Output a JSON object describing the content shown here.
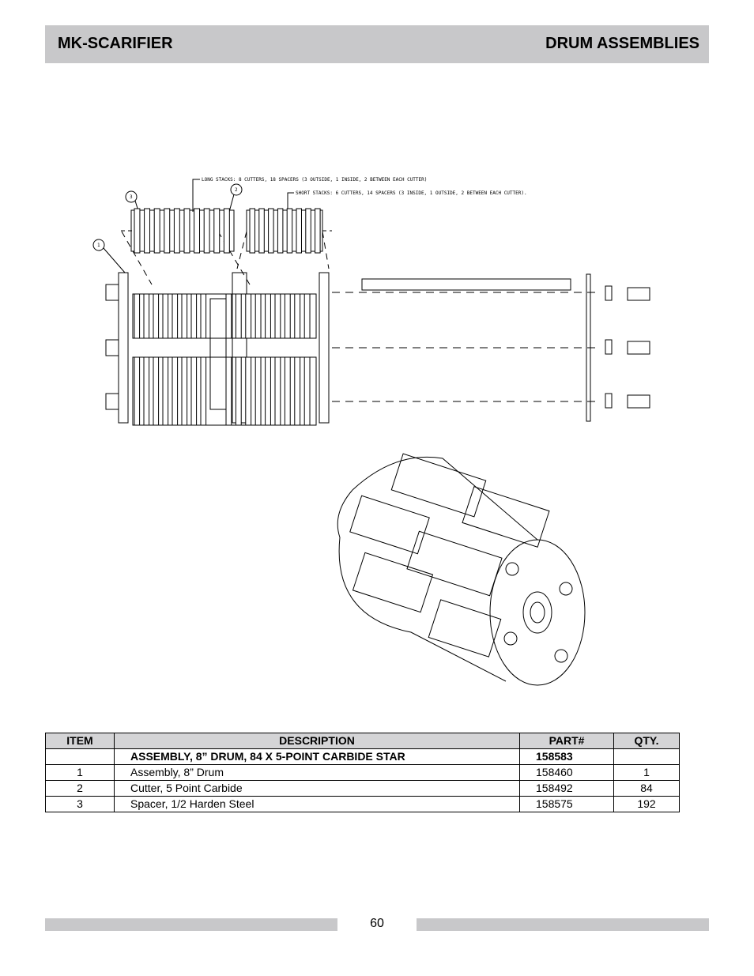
{
  "header": {
    "left_title": "MK-SCARIFIER",
    "right_title": "DRUM ASSEMBLIES"
  },
  "diagram": {
    "callout_long": "LONG STACKS: 8 CUTTERS, 18 SPACERS (3 OUTSIDE, 1 INSIDE, 2 BETWEEN EACH CUTTER)",
    "callout_short": "SHORT STACKS: 6 CUTTERS, 14 SPACERS (3 INSIDE, 1 OUTSIDE, 2 BETWEEN EACH CUTTER).",
    "balloon_1": "1",
    "balloon_2": "2",
    "balloon_3": "3"
  },
  "table": {
    "headers": [
      "ITEM",
      "DESCRIPTION",
      "PART#",
      "QTY."
    ],
    "assembly_row": {
      "item": "",
      "description": "ASSEMBLY, 8” DRUM, 84 X 5-POINT CARBIDE STAR",
      "part": "158583",
      "qty": ""
    },
    "rows": [
      {
        "item": "1",
        "description": "Assembly, 8” Drum",
        "part": "158460",
        "qty": "1"
      },
      {
        "item": "2",
        "description": "Cutter, 5 Point Carbide",
        "part": "158492",
        "qty": "84"
      },
      {
        "item": "3",
        "description": "Spacer, 1/2 Harden Steel",
        "part": "158575",
        "qty": "192"
      }
    ]
  },
  "footer": {
    "page_number": "60"
  }
}
